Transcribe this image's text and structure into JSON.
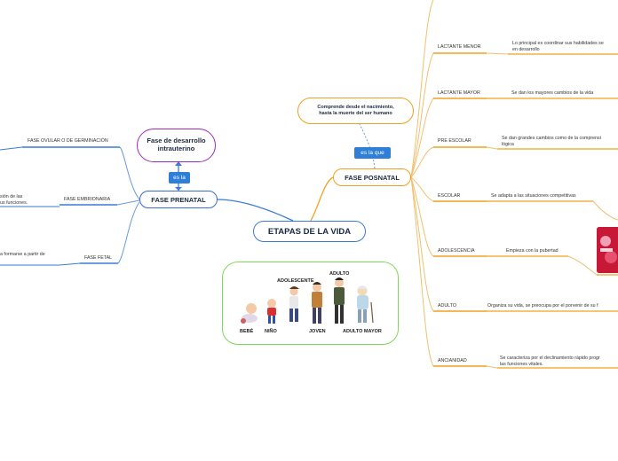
{
  "central": "ETAPAS DE LA VIDA",
  "left_branch": {
    "title": "FASE PRENATAL",
    "connector": "es la",
    "linked_node": "Fase de desarrollo intrauterino",
    "phases": [
      {
        "label": "FASE OVULAR O DE GERMINACIÓN"
      },
      {
        "label": "FASE EMBRIONARIA",
        "desc": "sión de las\nus funciones."
      },
      {
        "label": "FASE FETAL",
        "desc": "a formarse a partir de"
      }
    ]
  },
  "right_branch": {
    "title": "FASE POSNATAL",
    "connector": "es la que",
    "linked_node": "Comprende desde el nacimiento, hasta la muerte del ser humano",
    "stages": [
      {
        "label": "LACTANTE MENOR",
        "desc": "Lo principal es coordinar sus habilidades se\nen desarrollo"
      },
      {
        "label": "LACTANTE MAYOR",
        "desc": "Se dan los mayores cambios de la vida"
      },
      {
        "label": "PRE ESCOLAR",
        "desc": "Se dan grandes cambios como de la comprensi\nlógica"
      },
      {
        "label": "ESCOLAR",
        "desc": "Se adapta a las situaciones competitivas"
      },
      {
        "label": "ADOLESCENCIA",
        "desc": "Empieza con la pubertad"
      },
      {
        "label": "ADULTO",
        "desc": "Organiza su vida, se preocupa por el porvenir de su f"
      },
      {
        "label": "ANCIANIDAD",
        "desc": "Se caracteriza por el declinamiento rápido progr\nlas funciones vitales."
      }
    ]
  },
  "image_labels": [
    "BEBÉ",
    "NIÑO",
    "ADOLESCENTE",
    "JOVEN",
    "ADULTO",
    "ADULTO MAYOR"
  ],
  "colors": {
    "blue": "#3a7bd5",
    "orange": "#f0a020",
    "purple": "#a02ab8",
    "green": "#7ed957"
  }
}
